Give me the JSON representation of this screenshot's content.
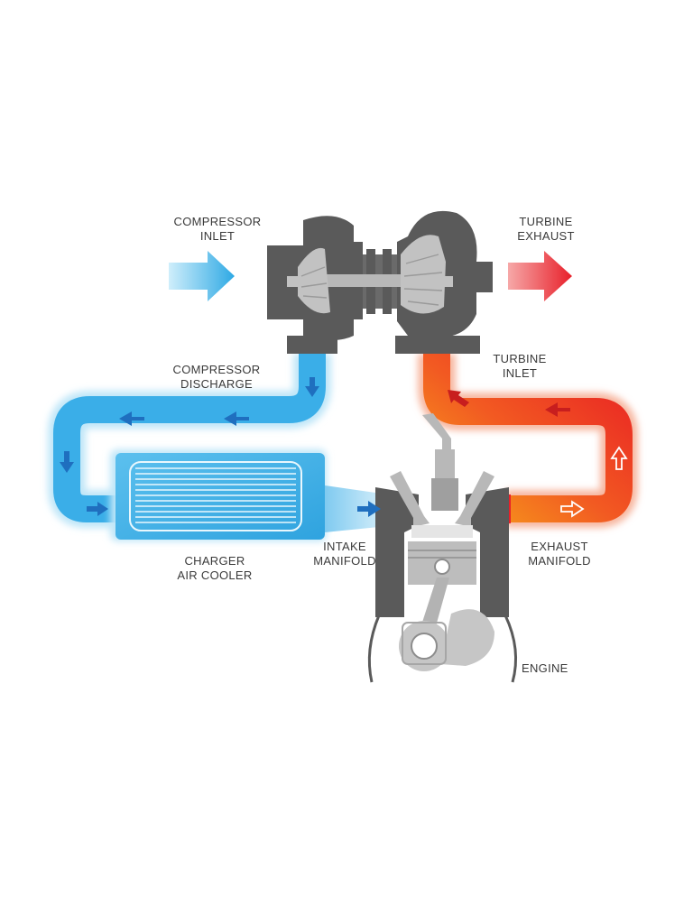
{
  "labels": {
    "compressor_inlet": [
      "COMPRESSOR",
      "INLET"
    ],
    "turbine_exhaust": [
      "TURBINE",
      "EXHAUST"
    ],
    "compressor_discharge": [
      "COMPRESSOR",
      "DISCHARGE"
    ],
    "turbine_inlet": [
      "TURBINE",
      "INLET"
    ],
    "charger_air_cooler": [
      "CHARGER",
      "AIR COOLER"
    ],
    "intake_manifold": [
      "INTAKE",
      "MANIFOLD"
    ],
    "exhaust_manifold": [
      "EXHAUST",
      "MANIFOLD"
    ],
    "engine": "ENGINE"
  },
  "colors": {
    "cold_air": "#3aaee8",
    "cold_air_light": "#bfe6f8",
    "hot_exhaust": "#ee2a24",
    "hot_orange": "#f7931e",
    "housing_dark": "#5a5a5a",
    "housing_light": "#b5b5b5",
    "arrow_blue": "#1f6fbf",
    "arrow_red": "#c81e1e"
  },
  "icons": {
    "flow_arrow_cold": "arrow-cold-icon",
    "flow_arrow_hot": "arrow-hot-icon"
  }
}
